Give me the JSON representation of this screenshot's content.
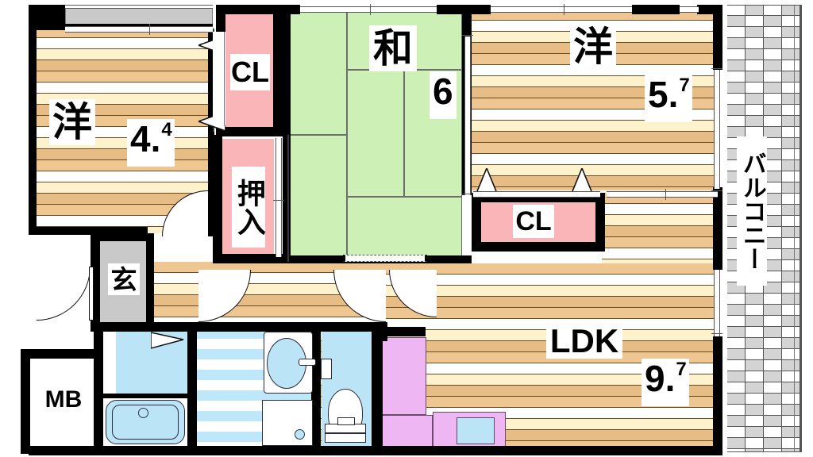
{
  "plan": {
    "title": "3LDK floor plan",
    "rooms": [
      {
        "key": "washitsu",
        "label": "和",
        "size_int": "6",
        "size_sup": "",
        "type": "japanese-room"
      },
      {
        "key": "yoshitsu_l",
        "label": "洋",
        "size_int": "4.",
        "size_sup": "4",
        "type": "western-room"
      },
      {
        "key": "yoshitsu_r",
        "label": "洋",
        "size_int": "5.",
        "size_sup": "7",
        "type": "western-room"
      },
      {
        "key": "ldk",
        "label": "LDK",
        "size_int": "9.",
        "size_sup": "7",
        "type": "living-dining-kitchen"
      }
    ],
    "closets": [
      {
        "key": "cl_top",
        "label": "CL"
      },
      {
        "key": "oshiire",
        "label": "押入"
      },
      {
        "key": "cl_right",
        "label": "CL"
      }
    ],
    "service": [
      {
        "key": "genkan",
        "label": "玄"
      },
      {
        "key": "mb",
        "label": "MB"
      },
      {
        "key": "balcony",
        "label": "バルコニー"
      }
    ],
    "labels": {
      "washitsu": "和",
      "washitsu_size": "6",
      "yoshitsu_left": "洋",
      "yoshitsu_left_size": "4.",
      "yoshitsu_left_sup": "4",
      "yoshitsu_right": "洋",
      "yoshitsu_right_size": "5.",
      "yoshitsu_right_sup": "7",
      "ldk": "LDK",
      "ldk_size": "9.",
      "ldk_sup": "7",
      "cl_top": "CL",
      "cl_right": "CL",
      "oshiire": "押入",
      "genkan": "玄",
      "mb": "MB",
      "balcony": "バルコニー"
    },
    "colors": {
      "wall": "#000000",
      "tatami": "#cdf0b6",
      "closet": "#f9b5b8",
      "kitchen": "#eeb6f2",
      "water": "#bce4f7",
      "floor_tan": "#edc692",
      "floor_cream": "#fdf2cb",
      "genkan_tile": "#c9c9c9",
      "balcony_tile": "#d4d4d4"
    }
  }
}
